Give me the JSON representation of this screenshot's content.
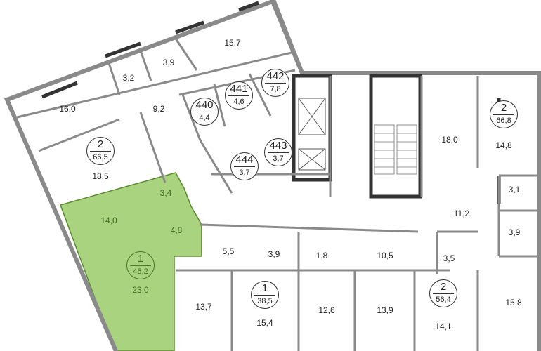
{
  "plan": {
    "highlight_color": "#a9d37f",
    "rooms": [
      {
        "id": "r-15-7",
        "area": "15,7"
      },
      {
        "id": "r-3-9a",
        "area": "3,9"
      },
      {
        "id": "r-3-2",
        "area": "3,2"
      },
      {
        "id": "r-16-0",
        "area": "16,0"
      },
      {
        "id": "r-9-2",
        "area": "9,2"
      },
      {
        "id": "r-18-5",
        "area": "18,5"
      },
      {
        "id": "r-3-4",
        "area": "3,4"
      },
      {
        "id": "r-14-0",
        "area": "14,0"
      },
      {
        "id": "r-4-8",
        "area": "4,8"
      },
      {
        "id": "r-23-0",
        "area": "23,0"
      },
      {
        "id": "r-5-5",
        "area": "5,5"
      },
      {
        "id": "r-3-9b",
        "area": "3,9"
      },
      {
        "id": "r-13-7",
        "area": "13,7"
      },
      {
        "id": "r-15-4",
        "area": "15,4"
      },
      {
        "id": "r-18-0",
        "area": "18,0"
      },
      {
        "id": "r-14-8",
        "area": "14,8"
      },
      {
        "id": "r-3-1",
        "area": "3,1"
      },
      {
        "id": "r-11-2",
        "area": "11,2"
      },
      {
        "id": "r-3-9c",
        "area": "3,9"
      },
      {
        "id": "r-1-8",
        "area": "1,8"
      },
      {
        "id": "r-10-5",
        "area": "10,5"
      },
      {
        "id": "r-3-5",
        "area": "3,5"
      },
      {
        "id": "r-12-6",
        "area": "12,6"
      },
      {
        "id": "r-13-9",
        "area": "13,9"
      },
      {
        "id": "r-14-1",
        "area": "14,1"
      },
      {
        "id": "r-15-8",
        "area": "15,8"
      }
    ],
    "apartments": [
      {
        "rooms": "2",
        "area": "66,5"
      },
      {
        "rooms": "1",
        "area": "45,2"
      },
      {
        "rooms": "1",
        "area": "38,5"
      },
      {
        "rooms": "2",
        "area": "66,8"
      },
      {
        "rooms": "2",
        "area": "56,4"
      }
    ],
    "storage": [
      {
        "number": "440",
        "area": "4,4"
      },
      {
        "number": "441",
        "area": "4,6"
      },
      {
        "number": "442",
        "area": "7,8"
      },
      {
        "number": "443",
        "area": "3,7"
      },
      {
        "number": "444",
        "area": "3,7"
      }
    ]
  }
}
